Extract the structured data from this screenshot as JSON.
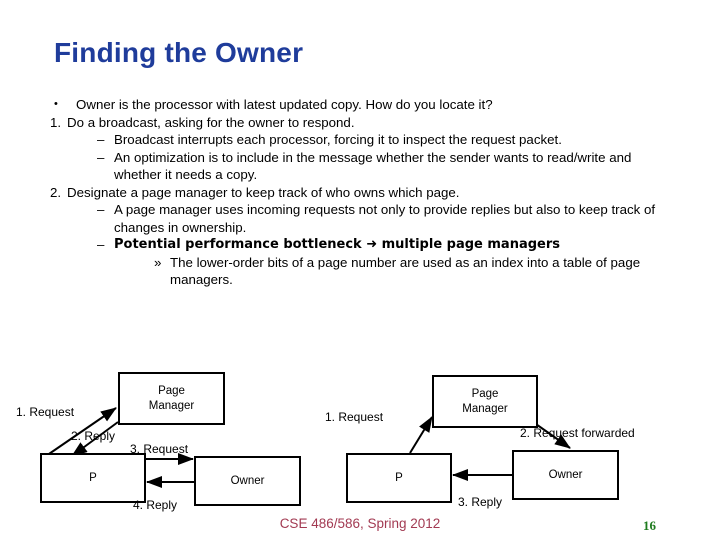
{
  "slide": {
    "title": "Finding the Owner",
    "footer": "CSE 486/586, Spring 2012",
    "page_number": "16",
    "colors": {
      "title": "#1F3C9B",
      "footer": "#A23A52",
      "page_number": "#1E7B1E",
      "body": "#000000",
      "diagram_stroke": "#000000",
      "background": "#FFFFFF"
    }
  },
  "body": {
    "items": [
      {
        "level": "bullet",
        "marker": "•",
        "text": "Owner is the processor with latest updated copy. How do you locate it?"
      },
      {
        "level": "number",
        "marker": "1.",
        "text": "Do a broadcast, asking for the owner to respond."
      },
      {
        "level": "dash",
        "marker": "–",
        "text": "Broadcast interrupts each processor, forcing it to inspect the request packet."
      },
      {
        "level": "dash",
        "marker": "–",
        "text": "An optimization is to include in the message whether the sender wants to read/write and whether it needs a copy."
      },
      {
        "level": "number",
        "marker": "2.",
        "text": "Designate a page manager to keep track of who owns which page."
      },
      {
        "level": "dash",
        "marker": "–",
        "text": "A page manager uses incoming requests not only to provide replies but also to keep track of changes in ownership."
      },
      {
        "level": "dash",
        "marker": "–",
        "text": "Potential performance bottleneck ➜ multiple page managers"
      },
      {
        "level": "angle",
        "marker": "»",
        "text": "The lower-order bits of a page number are used as an index into a table of page managers."
      }
    ]
  },
  "diagrams": {
    "left": {
      "name": "page-manager-reply-to-requester",
      "boxes": {
        "page_manager_line1": "Page",
        "page_manager_line2": "Manager",
        "processor": "P",
        "owner": "Owner"
      },
      "labels": {
        "step1": "1. Request",
        "step2": "2. Reply",
        "step3": "3. Request",
        "step4": "4. Reply"
      }
    },
    "right": {
      "name": "page-manager-forwards-request",
      "boxes": {
        "page_manager_line1": "Page",
        "page_manager_line2": "Manager",
        "processor": "P",
        "owner": "Owner"
      },
      "labels": {
        "step1": "1. Request",
        "step2": "2. Request forwarded",
        "step3": "3. Reply"
      }
    }
  }
}
